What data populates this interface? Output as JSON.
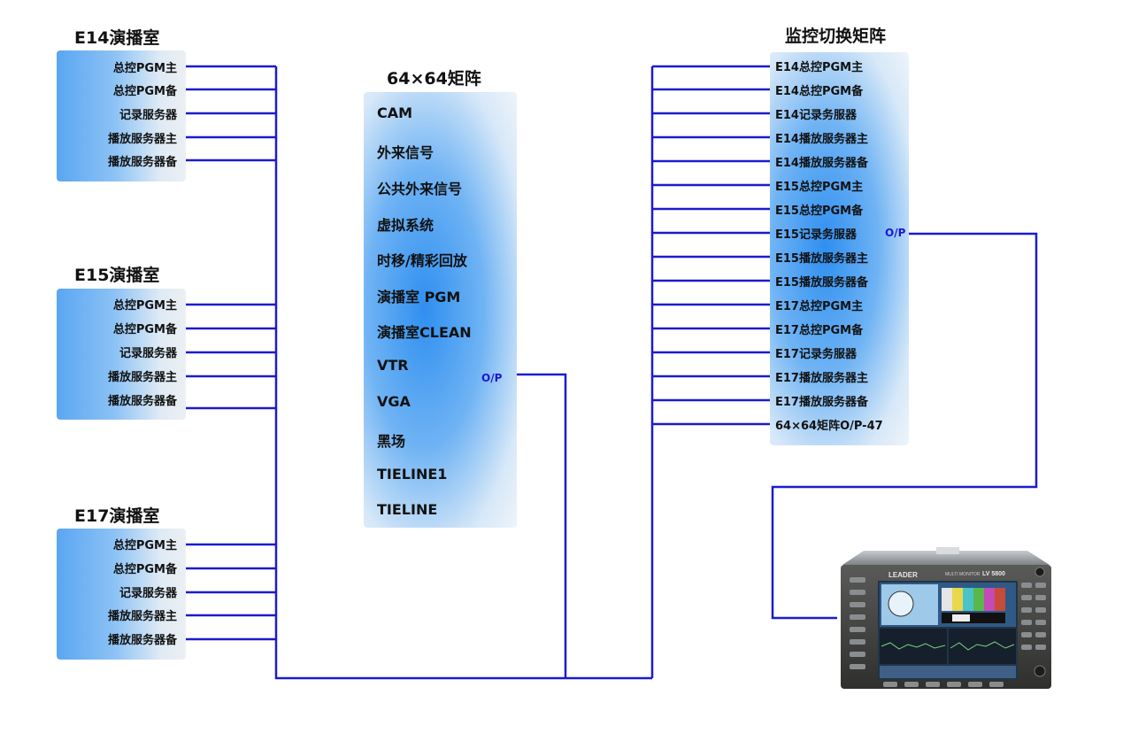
{
  "colors": {
    "wire": "#1b1bd0",
    "panel_center": "#2f8ff0",
    "op_label": "#1a1ad0"
  },
  "studios": [
    {
      "title": "E14演播室",
      "items": [
        "总控PGM主",
        "总控PGM备",
        "记录服务器",
        "播放服务器主",
        "播放服务器备"
      ]
    },
    {
      "title": "E15演播室",
      "items": [
        "总控PGM主",
        "总控PGM备",
        "记录服务器",
        "播放服务器主",
        "播放服务器备"
      ]
    },
    {
      "title": "E17演播室",
      "items": [
        "总控PGM主",
        "总控PGM备",
        "记录服务器",
        "播放服务器主",
        "播放服务器备"
      ]
    }
  ],
  "matrix": {
    "title": "64×64矩阵",
    "items": [
      "CAM",
      "外来信号",
      "公共外来信号",
      "虚拟系统",
      "时移/精彩回放",
      "演播室 PGM",
      "演播室CLEAN",
      "VTR",
      "VGA",
      "黑场",
      "TIELINE1",
      "TIELINE"
    ],
    "output": "O/P"
  },
  "monitor_matrix": {
    "title": "监控切换矩阵",
    "items": [
      "E14总控PGM主",
      "E14总控PGM备",
      "E14记录务服器",
      "E14播放服务器主",
      "E14播放服务器备",
      "E15总控PGM主",
      "E15总控PGM备",
      "E15记录务服器",
      "E15播放服务器主",
      "E15播放服务器备",
      "E17总控PGM主",
      "E17总控PGM备",
      "E17记录务服器",
      "E17播放服务器主",
      "E17播放服务器备",
      "64×64矩阵O/P-47"
    ],
    "output": "O/P"
  },
  "device": {
    "brand": "LEADER",
    "model": "LV 5800",
    "subtitle": "MULTI MONITOR"
  }
}
